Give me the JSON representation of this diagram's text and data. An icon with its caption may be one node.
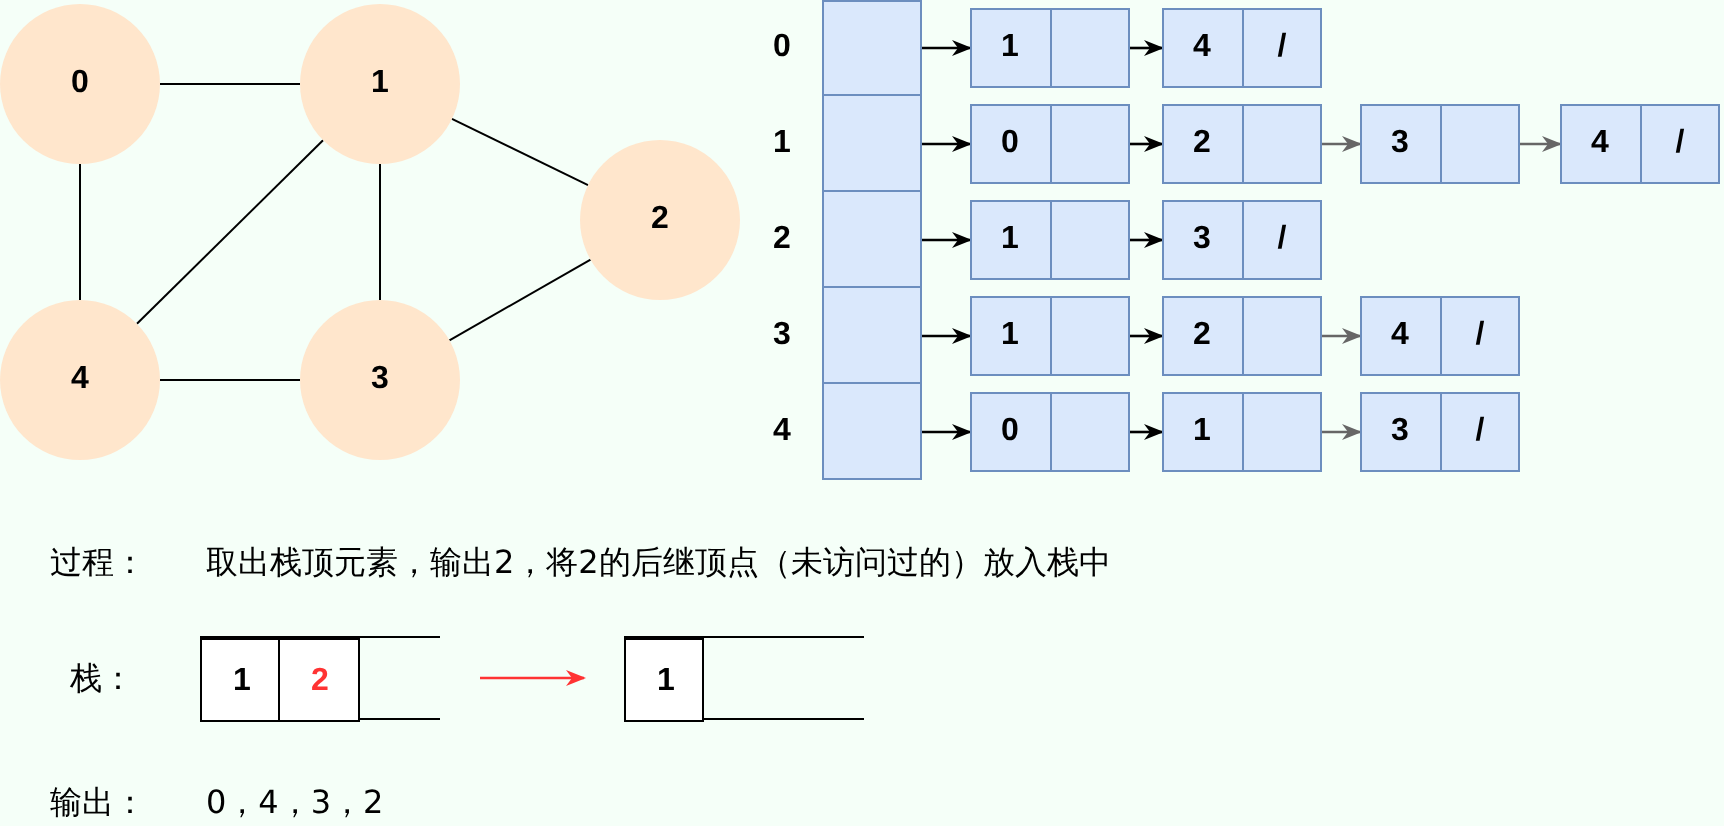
{
  "diagram": {
    "nodes": [
      {
        "text": [
          "0"
        ]
      },
      {
        "text": [
          "1"
        ]
      },
      {
        "text": [
          "2"
        ]
      },
      {
        "text": [
          "3"
        ]
      },
      {
        "text": [
          "4"
        ]
      },
      {
        "text": [],
        "shape": "box",
        "beside": [
          "0"
        ]
      },
      {
        "text": [],
        "shape": "box",
        "beside": [
          "1"
        ]
      },
      {
        "text": [],
        "shape": "box",
        "beside": [
          "2"
        ]
      },
      {
        "text": [],
        "shape": "box",
        "beside": [
          "3"
        ]
      },
      {
        "text": [],
        "shape": "box",
        "beside": [
          "4"
        ]
      },
      {
        "text": [
          "1"
        ]
      },
      {
        "text": [
          "4",
          "/"
        ]
      },
      {
        "text": [
          "0"
        ]
      },
      {
        "text": [
          "2"
        ]
      },
      {
        "text": [
          "3"
        ]
      },
      {
        "text": [
          "4",
          "/"
        ]
      },
      {
        "text": [
          "1"
        ]
      },
      {
        "text": [
          "3",
          "/"
        ]
      },
      {
        "text": [
          "1"
        ]
      },
      {
        "text": [
          "2"
        ]
      },
      {
        "text": [
          "4",
          "/"
        ]
      },
      {
        "text": [
          "0"
        ]
      },
      {
        "text": [
          "1"
        ]
      },
      {
        "text": [
          "3",
          "/"
        ]
      },
      {
        "text": [],
        "shape": "box"
      },
      {
        "text": [
          "1"
        ],
        "in": 24
      },
      {
        "text": [
          "2"
        ],
        "in": 24
      },
      {
        "text": [],
        "shape": "box"
      },
      {
        "text": [
          "1"
        ],
        "in": 27
      }
    ],
    "edges": [
      {
        "from": 0,
        "to": 1,
        "arrow": "none"
      },
      {
        "from": 0,
        "to": 4,
        "arrow": "none"
      },
      {
        "from": 1,
        "to": 2,
        "arrow": "none"
      },
      {
        "from": 1,
        "to": 4,
        "arrow": "none"
      },
      {
        "from": 1,
        "to": 3,
        "arrow": "none"
      },
      {
        "from": 4,
        "to": 3,
        "arrow": "none"
      },
      {
        "from": 3,
        "to": 2,
        "arrow": "none"
      },
      {
        "from": 5,
        "to": 10,
        "arrow": "to"
      },
      {
        "from": 10,
        "to": 11,
        "arrow": "to"
      },
      {
        "from": 6,
        "to": 12,
        "arrow": "to"
      },
      {
        "from": 12,
        "to": 13,
        "arrow": "to"
      },
      {
        "from": 13,
        "to": 14,
        "arrow": "to",
        "color": "#666666"
      },
      {
        "from": 14,
        "to": 15,
        "arrow": "to",
        "color": "#666666"
      },
      {
        "from": 7,
        "to": 16,
        "arrow": "to"
      },
      {
        "from": 16,
        "to": 17,
        "arrow": "to"
      },
      {
        "from": 8,
        "to": 18,
        "arrow": "to"
      },
      {
        "from": 18,
        "to": 19,
        "arrow": "to"
      },
      {
        "from": 19,
        "to": 20,
        "arrow": "to",
        "color": "#666666"
      },
      {
        "from": 9,
        "to": 21,
        "arrow": "to"
      },
      {
        "from": 21,
        "to": 22,
        "arrow": "to"
      },
      {
        "from": 22,
        "to": 23,
        "arrow": "to",
        "color": "#666666"
      },
      {
        "from": 24,
        "to": 27,
        "arrow": "to",
        "color": "#ff3333"
      }
    ],
    "labels": [
      "过程：",
      "取出栈顶元素，输出2，将2的后继顶点（未访问过的）放入栈中",
      "栈：",
      "输出：",
      "0，4，3，2"
    ]
  }
}
